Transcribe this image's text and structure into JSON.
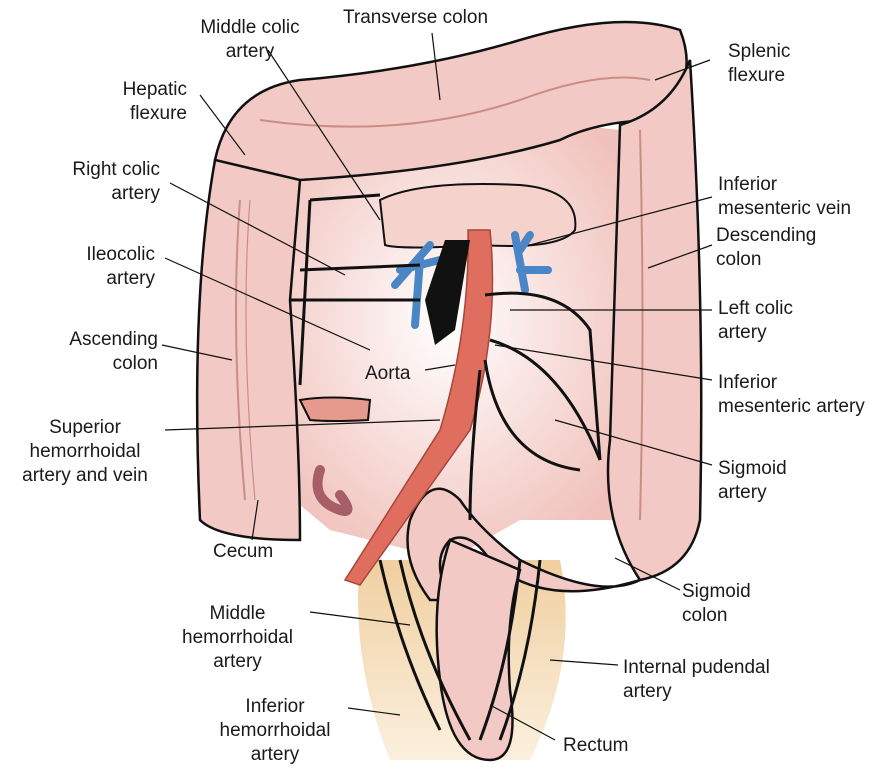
{
  "colors": {
    "colon": "#f2c9c4",
    "colon_dark": "#d99a93",
    "colon_inner": "#f8dcd7",
    "artery": "#e06e5e",
    "vein": "#4a86c5",
    "pelvis": "#f1d4a6",
    "outline": "#111111"
  },
  "labels": {
    "middle_colic": [
      "Middle colic",
      "artery"
    ],
    "transverse": [
      "Transverse colon"
    ],
    "splenic": [
      "Splenic",
      "flexure"
    ],
    "hepatic": [
      "Hepatic",
      "flexure"
    ],
    "right_colic": [
      "Right colic",
      "artery"
    ],
    "imv": [
      "Inferior",
      "mesenteric vein"
    ],
    "descending": [
      "Descending",
      "colon"
    ],
    "ileocolic": [
      "Ileocolic",
      "artery"
    ],
    "left_colic": [
      "Left colic",
      "artery"
    ],
    "ascending": [
      "Ascending",
      "colon"
    ],
    "aorta": [
      "Aorta"
    ],
    "ima": [
      "Inferior",
      "mesenteric artery"
    ],
    "superior_hem": [
      "Superior",
      "hemorrhoidal",
      "artery and vein"
    ],
    "sigmoid_artery": [
      "Sigmoid",
      "artery"
    ],
    "cecum": [
      "Cecum"
    ],
    "sigmoid_colon": [
      "Sigmoid",
      "colon"
    ],
    "middle_hem": [
      "Middle",
      "hemorrhoidal",
      "artery"
    ],
    "internal_pudendal": [
      "Internal pudendal",
      "artery"
    ],
    "inferior_hem": [
      "Inferior",
      "hemorrhoidal",
      "artery"
    ],
    "rectum": [
      "Rectum"
    ]
  }
}
